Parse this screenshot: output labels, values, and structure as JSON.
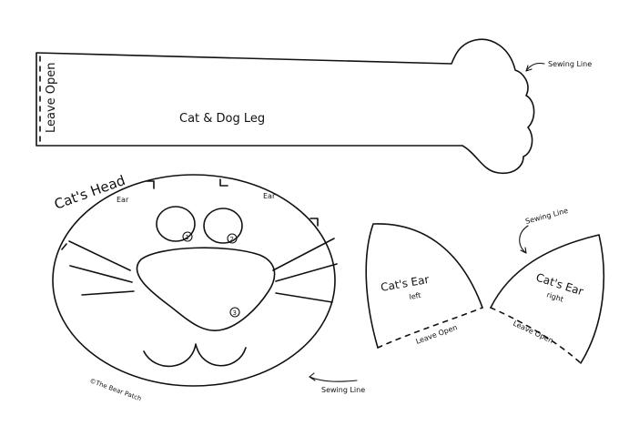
{
  "leg": {
    "leave_open": "Leave Open",
    "title": "Cat & Dog Leg",
    "sewing_line": "Sewing Line"
  },
  "head": {
    "title": "Cat's Head",
    "ear_left": "Ear",
    "ear_right": "Ear",
    "marker_1": "1",
    "marker_2": "2",
    "marker_3": "3",
    "sewing_line": "Sewing Line",
    "copyright": "©The Bear Patch"
  },
  "ear_left": {
    "title": "Cat's Ear",
    "side": "left",
    "leave_open": "Leave Open"
  },
  "ear_right": {
    "title": "Cat's Ear",
    "side": "right",
    "leave_open": "Leave Open",
    "sewing_line": "Sewing Line"
  }
}
